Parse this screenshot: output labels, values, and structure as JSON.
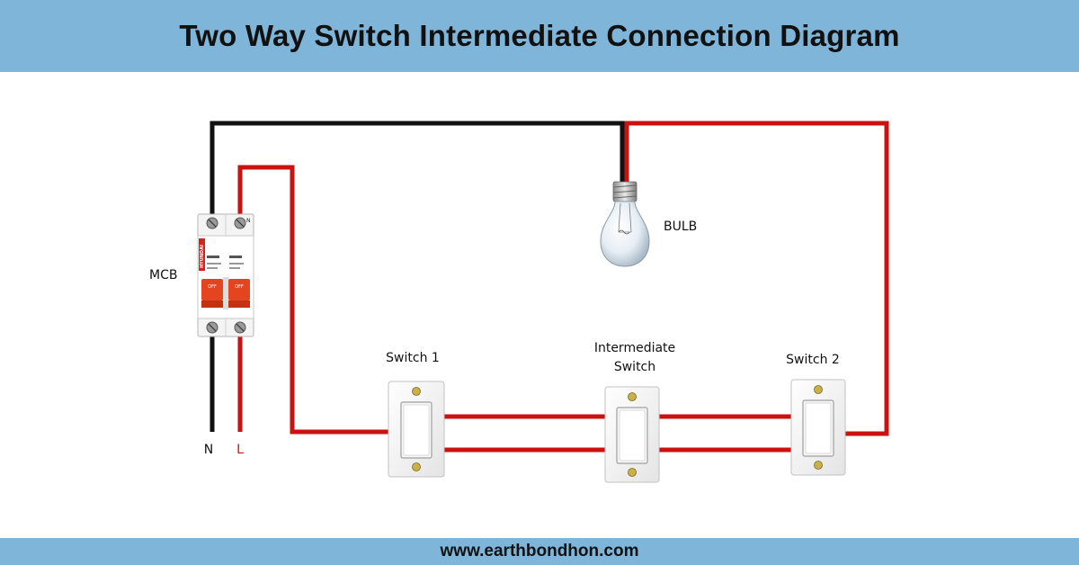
{
  "header": {
    "title": "Two Way Switch Intermediate Connection Diagram"
  },
  "footer": {
    "website": "www.earthbondhon.com"
  },
  "labels": {
    "mcb": "MCB",
    "bulb": "BULB",
    "switch1": "Switch 1",
    "intermediate_line1": "Intermediate",
    "intermediate_line2": "Switch",
    "switch2": "Switch 2",
    "neutral": "N",
    "live": "L"
  },
  "mcb": {
    "brand": "HYUNDAI",
    "terminal_label": "N",
    "toggle_left": "OFF",
    "toggle_right": "OFF"
  },
  "colors": {
    "header_bg": "#7fb5d8",
    "neutral_wire": "#111111",
    "live_wire": "#cc1111",
    "live_label": "#cc1111"
  }
}
